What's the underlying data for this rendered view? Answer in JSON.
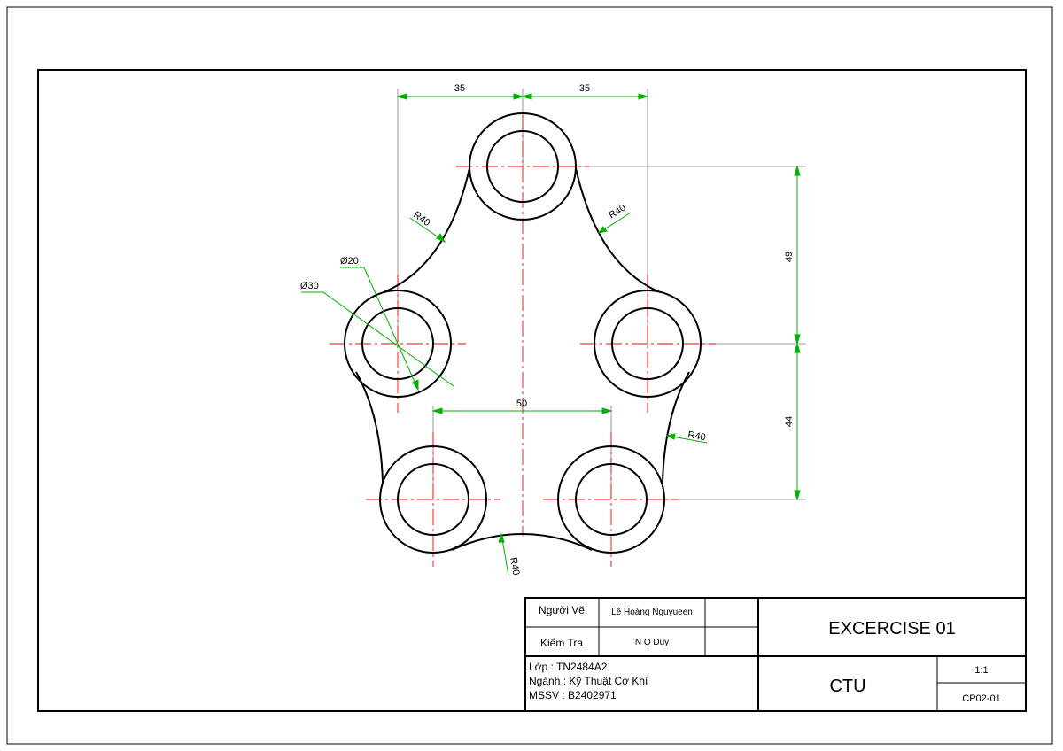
{
  "dimensions": {
    "top_left": "35",
    "top_right": "35",
    "middle_width": "50",
    "vertical_upper": "49",
    "vertical_lower": "44",
    "dia_outer": "Ø30",
    "dia_inner": "Ø20",
    "radius_upper_left": "R40",
    "radius_upper_right": "R40",
    "radius_right": "R40",
    "radius_bottom": "R40"
  },
  "title_block": {
    "drawn_by_label": "Người Vẽ",
    "drawn_by_name": "Lê Hoàng Nguyueen",
    "checked_by_label": "Kiểm Tra",
    "checked_by_name": "N Q Duy",
    "class_line": "Lớp : TN2484A2",
    "major_line": "Ngành : Kỹ Thuật Cơ Khí",
    "student_id_line": "MSSV : B2402971",
    "title": "EXCERCISE 01",
    "school": "CTU",
    "scale": "1:1",
    "code": "CP02-01"
  },
  "colors": {
    "outline": "#000000",
    "center_line": "#ff0000",
    "dimension": "#00b000",
    "extension": "#808080"
  }
}
